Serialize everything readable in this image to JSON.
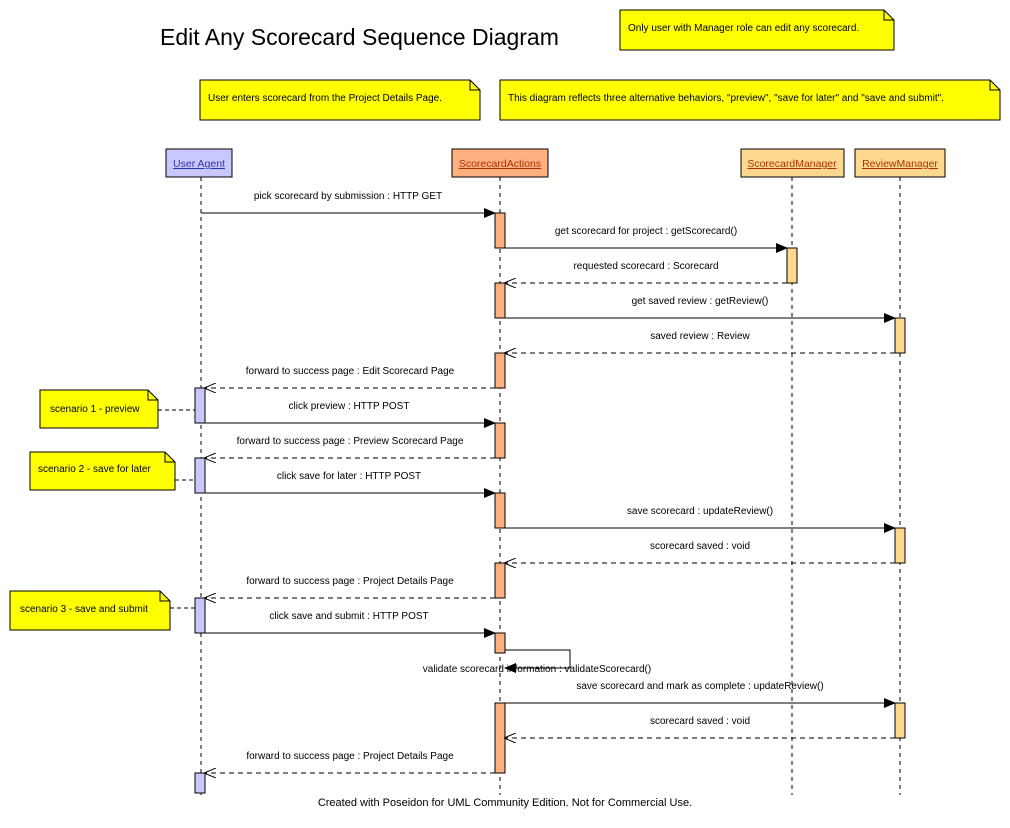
{
  "title": "Edit Any Scorecard Sequence Diagram",
  "footer": "Created with Poseidon for UML Community Edition. Not for Commercial Use.",
  "colors": {
    "note_fill": "#ffff00",
    "user_agent": "#c8c8ff",
    "scorecard_actions": "#ffb080",
    "manager": "#ffd890",
    "lifeline_text_user": "#3333aa",
    "lifeline_text_other": "#aa3300"
  },
  "notes": {
    "manager_role": "Only user with Manager role can edit any scorecard.",
    "enter": "User enters scorecard from the Project Details Page.",
    "behaviors": "This diagram reflects three alternative behaviors, \"preview\", \"save for later\" and \"save and submit\".",
    "scenario1": "scenario 1 - preview",
    "scenario2": "scenario 2 - save for later",
    "scenario3": "scenario 3 - save and submit"
  },
  "lifelines": {
    "user_agent": "User Agent",
    "scorecard_actions": "ScorecardActions",
    "scorecard_manager": "ScorecardManager",
    "review_manager": "ReviewManager"
  },
  "messages": {
    "m1": "pick scorecard by submission : HTTP GET",
    "m2": "get scorecard for project : getScorecard()",
    "m3": "requested scorecard : Scorecard",
    "m4": "get saved review : getReview()",
    "m5": "saved review : Review",
    "m6": "forward to success page : Edit Scorecard Page",
    "m7": "click preview : HTTP POST",
    "m8": "forward to success page : Preview Scorecard Page",
    "m9": "click save for later : HTTP POST",
    "m10": "save scorecard : updateReview()",
    "m11": "scorecard saved : void",
    "m12": "forward to success page : Project Details Page",
    "m13": "click save and submit : HTTP POST",
    "m14": "validate scorecard information : validateScorecard()",
    "m15": "save scorecard and mark as complete : updateReview()",
    "m16": "scorecard saved : void",
    "m17": "forward to success page : Project Details Page"
  }
}
